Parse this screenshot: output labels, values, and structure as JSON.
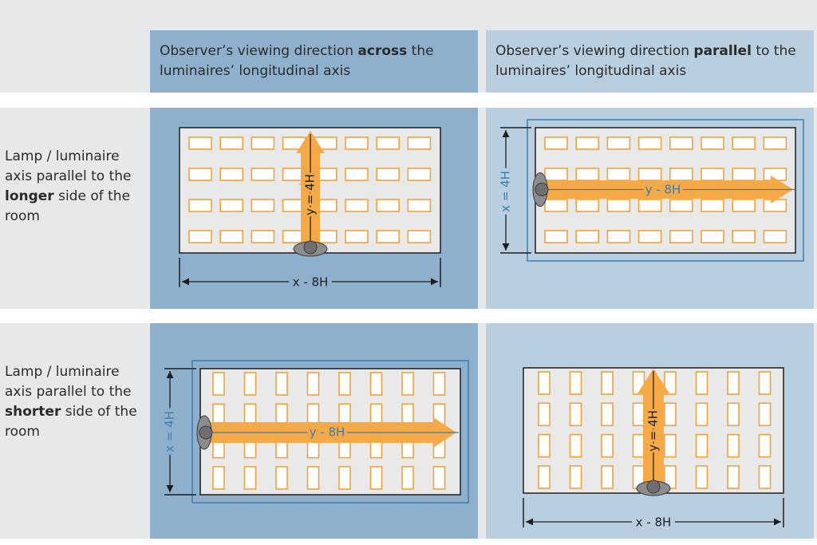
{
  "headers": {
    "across": {
      "pre": "Observer’s viewing direction ",
      "bold": "across",
      "post": " the luminaires’ longitudinal axis"
    },
    "parallel": {
      "pre": "Observer’s viewing direction ",
      "bold": "parallel",
      "post": " to the luminaires’ longitudinal axis"
    }
  },
  "rows": {
    "longer": {
      "pre": "Lamp / luminaire axis parallel to the ",
      "bold": "longer",
      "post": " side of the room"
    },
    "shorter": {
      "pre": "Lamp / luminaire axis parallel to the ",
      "bold": "shorter",
      "post": " side of the room"
    }
  },
  "dimensions": {
    "x_8h": "x - 8H",
    "y_4h": "y = 4H",
    "x_4h": "x = 4H",
    "y_8h": "y - 8H"
  },
  "colors": {
    "cell_dark": "#8fb0cc",
    "cell_light": "#b9cedf",
    "band_grey": "#e7e8ea",
    "room_fill": "#e9e9e9",
    "luminaire_outline": "#f0a23c",
    "arrow": "#f5a947",
    "observer": "#8c8c8c",
    "dim_blue": "#3b7fb0",
    "dim_black": "#1e1e1e"
  }
}
